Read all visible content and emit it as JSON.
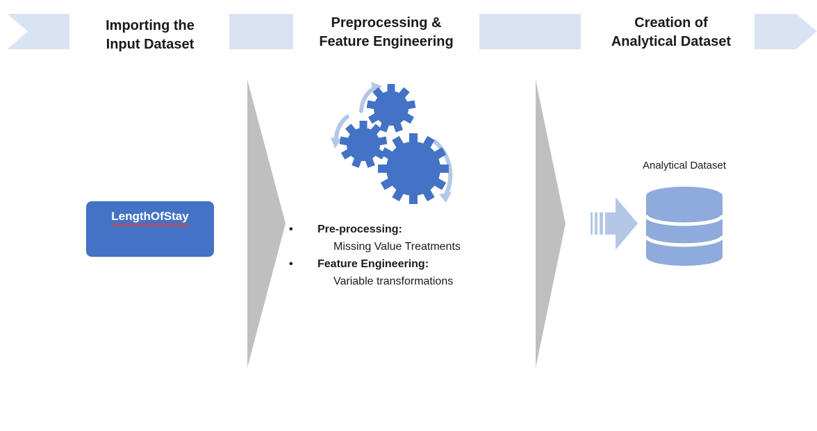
{
  "stages": [
    {
      "title": "Importing the\nInput Dataset"
    },
    {
      "title": "Preprocessing &\nFeature Engineering"
    },
    {
      "title": "Creation of\nAnalytical Dataset"
    }
  ],
  "input": {
    "label": "LengthOfStay"
  },
  "steps": [
    {
      "bullet": "•",
      "heading": "Pre-processing:",
      "detail": "Missing Value Treatments"
    },
    {
      "bullet": "•",
      "heading": "Feature Engineering:",
      "detail": "Variable transformations"
    }
  ],
  "output": {
    "label": "Analytical Dataset"
  },
  "icons": [
    "gears-icon",
    "database-icon",
    "block-arrow-icon"
  ],
  "colors": {
    "banner": "#dae3f3",
    "box_blue": "#4472c4",
    "gear_blue": "#4472c4",
    "separator_gray": "#bfbfbf",
    "database": "#8faadc",
    "arrow": "#b4c7e7"
  }
}
